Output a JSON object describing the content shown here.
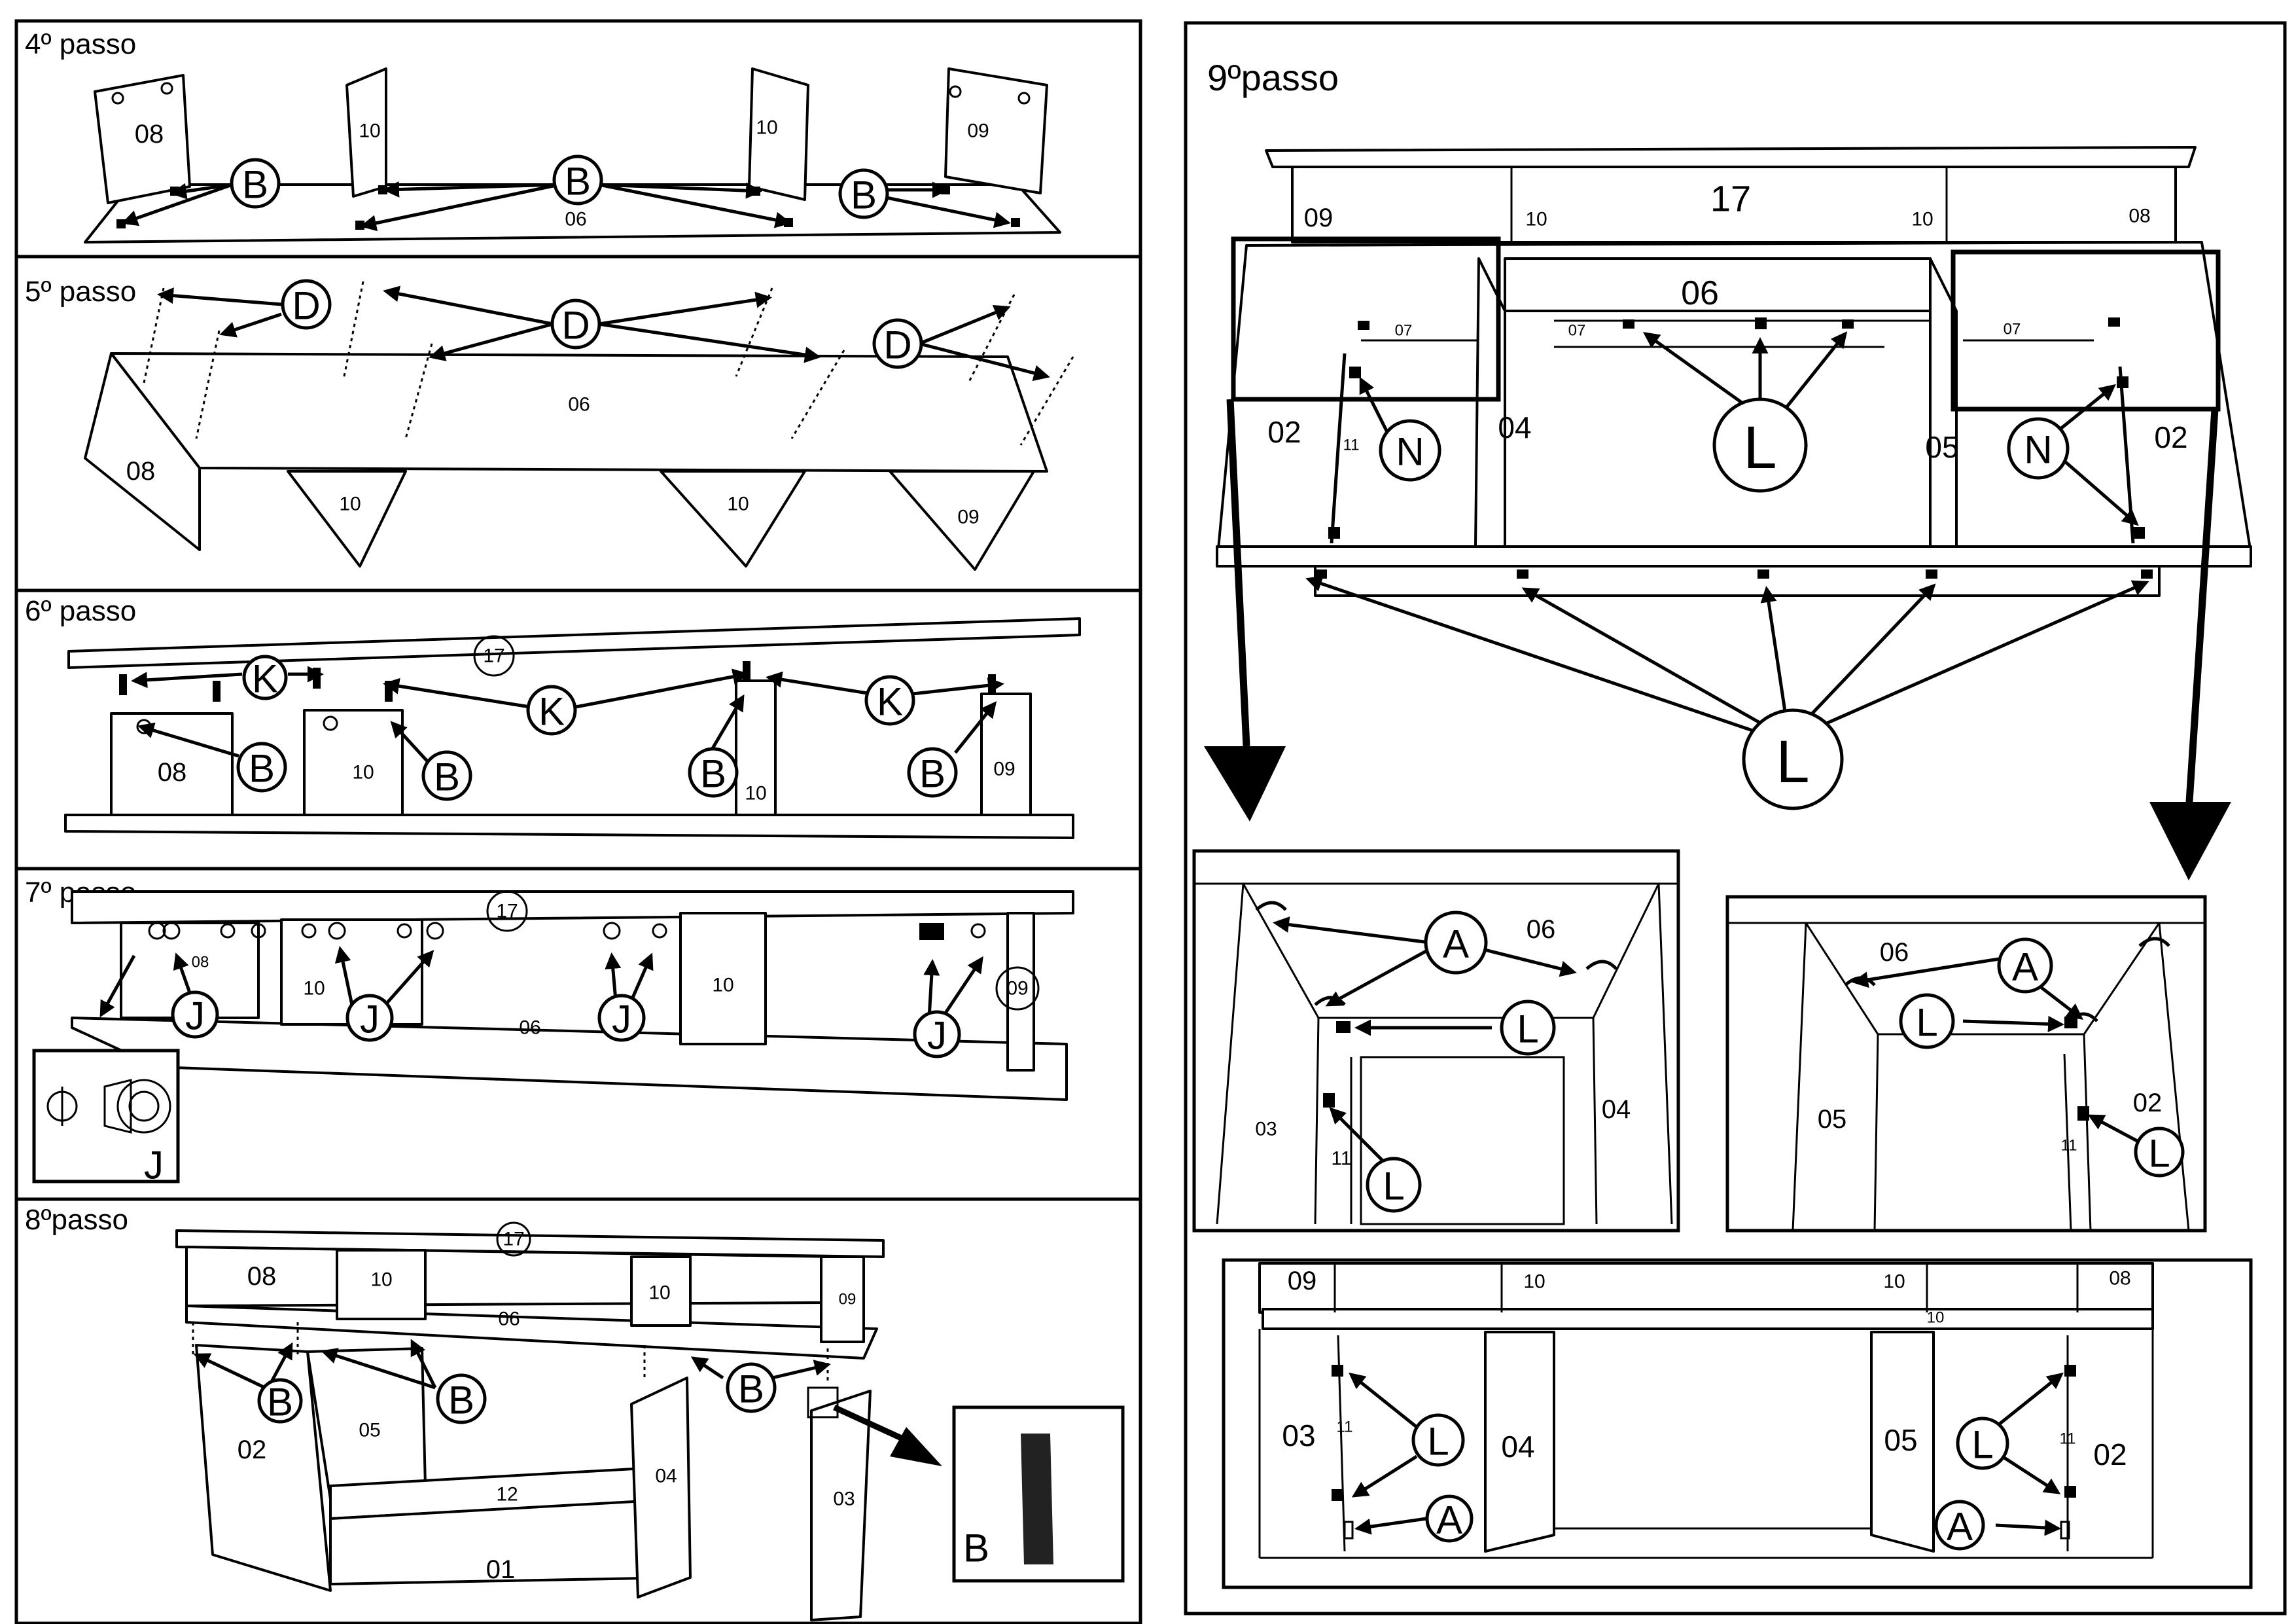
{
  "steps": {
    "s4": {
      "title": "4º passo",
      "parts": [
        "08",
        "10",
        "10",
        "09",
        "06"
      ],
      "callouts": [
        "B",
        "B",
        "B"
      ]
    },
    "s5": {
      "title": "5º passo",
      "parts": [
        "08",
        "06",
        "10",
        "10",
        "09"
      ],
      "callouts": [
        "D",
        "D",
        "D"
      ]
    },
    "s6": {
      "title": "6º passo",
      "parts": [
        "17",
        "08",
        "10",
        "10",
        "09"
      ],
      "callouts": [
        "K",
        "K",
        "K",
        "B",
        "B",
        "B",
        "B"
      ]
    },
    "s7": {
      "title": "7º passo",
      "parts": [
        "17",
        "08",
        "10",
        "10",
        "06",
        "09"
      ],
      "callouts": [
        "J",
        "J",
        "J",
        "J"
      ],
      "inset_label": "J"
    },
    "s8": {
      "title": "8ºpasso",
      "parts": [
        "17",
        "08",
        "10",
        "10",
        "06",
        "09",
        "02",
        "05",
        "12",
        "01",
        "04",
        "03"
      ],
      "callouts": [
        "B",
        "B",
        "B"
      ],
      "inset_label": "B"
    },
    "s9": {
      "title": "9ºpasso",
      "top_parts": [
        "17",
        "09",
        "10",
        "10",
        "08",
        "06",
        "07",
        "07",
        "07",
        "02",
        "11",
        "04",
        "05",
        "02"
      ],
      "callouts_top": [
        "N",
        "L",
        "N",
        "L"
      ],
      "inset_left": {
        "parts": [
          "06",
          "03",
          "11",
          "04"
        ],
        "callouts": [
          "A",
          "L",
          "L"
        ]
      },
      "inset_right": {
        "parts": [
          "06",
          "05",
          "11",
          "02"
        ],
        "callouts": [
          "A",
          "L",
          "L"
        ]
      },
      "bottom": {
        "parts": [
          "09",
          "10",
          "10",
          "08",
          "10",
          "03",
          "11",
          "04",
          "05",
          "11",
          "02"
        ],
        "callouts": [
          "L",
          "A",
          "L",
          "A"
        ]
      }
    }
  }
}
